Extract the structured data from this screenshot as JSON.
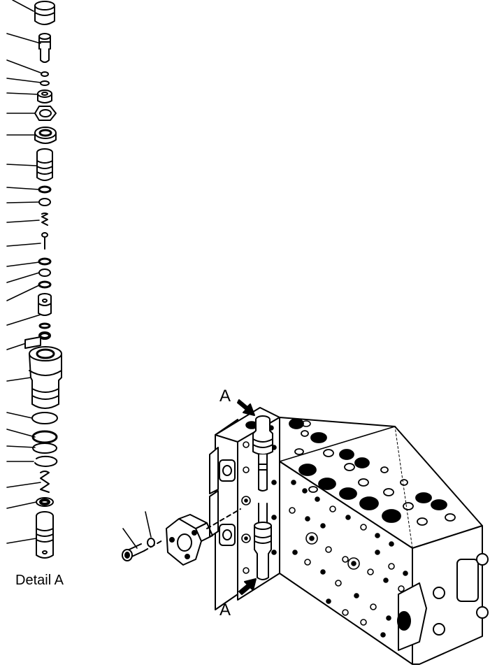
{
  "diagram": {
    "detail_label": "Detail A",
    "top_arrow_label": "A",
    "bottom_arrow_label": "A"
  },
  "colors": {
    "ink": "#000000",
    "paper": "#ffffff"
  }
}
